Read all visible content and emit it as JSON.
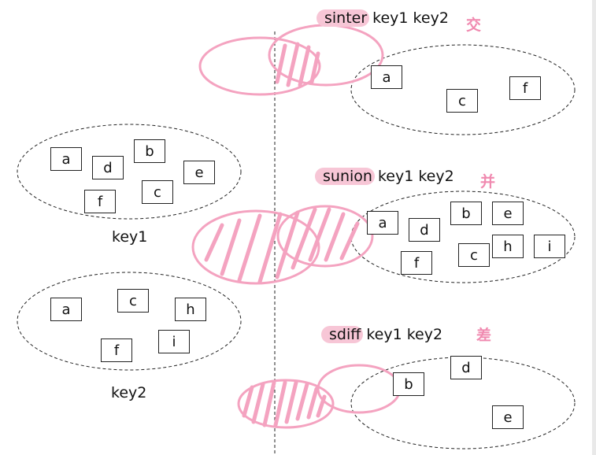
{
  "key1": {
    "label": "key1",
    "items": [
      "a",
      "d",
      "b",
      "e",
      "f",
      "c"
    ]
  },
  "key2": {
    "label": "key2",
    "items": [
      "a",
      "c",
      "h",
      "f",
      "i"
    ]
  },
  "sinter": {
    "command": "sinter",
    "args": "key1 key2",
    "symbol": "交",
    "items": [
      "a",
      "c",
      "f"
    ]
  },
  "sunion": {
    "command": "sunion",
    "args": "key1 key2",
    "symbol": "并",
    "items": [
      "a",
      "d",
      "b",
      "e",
      "f",
      "c",
      "h",
      "i"
    ]
  },
  "sdiff": {
    "command": "sdiff",
    "args": "key1 key2",
    "symbol": "差",
    "items": [
      "b",
      "d",
      "e"
    ]
  },
  "colors": {
    "highlight": "#f7c6d6",
    "pink_stroke": "#f4a3c0",
    "symbol": "#f08ab0",
    "dashed": "#222222"
  }
}
